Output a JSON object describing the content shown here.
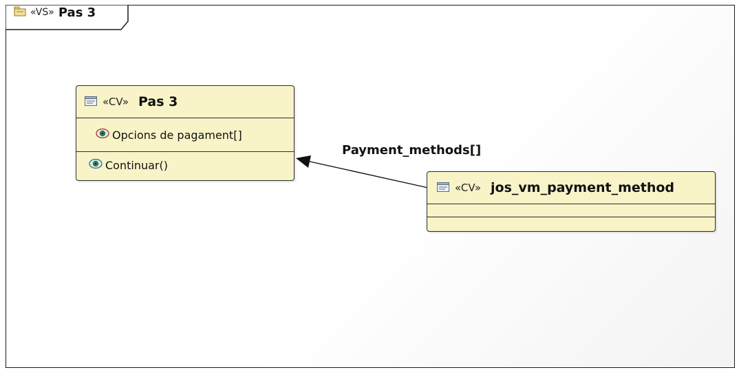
{
  "frame": {
    "stereotype": "«VS»",
    "name": "Pas 3"
  },
  "classes": [
    {
      "stereotype": "«CV»",
      "name": "Pas 3",
      "attributes": [
        "Opcions de pagament[]"
      ],
      "operations": [
        "Continuar()"
      ]
    },
    {
      "stereotype": "«CV»",
      "name": "jos_vm_payment_method",
      "attributes": [],
      "operations": []
    }
  ],
  "association": {
    "label": "Payment_methods[]"
  },
  "icons": {
    "frame": "package-folder-icon",
    "class": "class-window-icon",
    "member": "eye-member-icon"
  },
  "colors": {
    "class_fill": "#f8f4c8",
    "border": "#2a2a2a"
  }
}
